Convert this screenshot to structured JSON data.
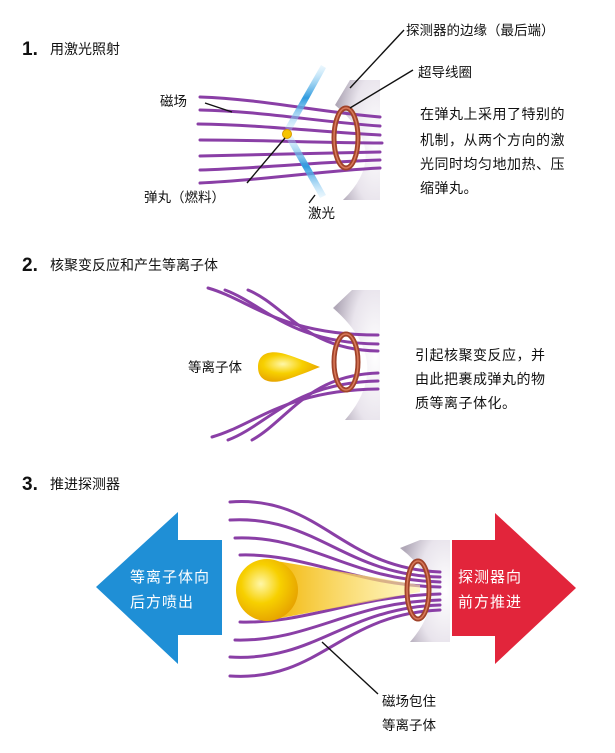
{
  "step1": {
    "number": "1.",
    "title": "用激光照射",
    "label_magnetic_field": "磁场",
    "label_pellet": "弹丸（燃料）",
    "label_laser": "激光",
    "label_probe_edge": "探测器的边缘（最后端）",
    "label_coil": "超导线圈",
    "description_lines": [
      "在弹丸上采用了特别的",
      "机制，从两个方向的激",
      "光同时均匀地加热、压",
      "缩弹丸。"
    ]
  },
  "step2": {
    "number": "2.",
    "title": "核聚变反应和产生等离子体",
    "label_plasma": "等离子体",
    "description_lines": [
      "引起核聚变反应，并",
      "由此把裹成弹丸的物",
      "质等离子体化。"
    ]
  },
  "step3": {
    "number": "3.",
    "title": "推进探测器",
    "left_arrow_lines": [
      "等离子体向",
      "后方喷出"
    ],
    "right_arrow_lines": [
      "探测器向",
      "前方推进"
    ],
    "label_field_lines": [
      "磁场包住",
      "等离子体"
    ]
  },
  "colors": {
    "field_line": "#8a3fa6",
    "coil": "#a0432a",
    "laser": "#4aa8e0",
    "plasma": "#f3b800",
    "left_arrow": "#1f8fd6",
    "right_arrow": "#e2253b"
  }
}
